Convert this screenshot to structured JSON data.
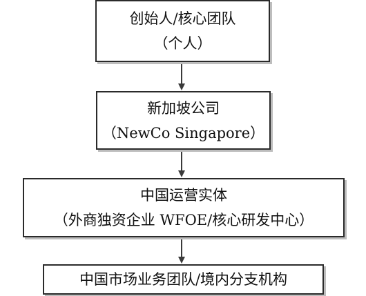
{
  "diagram": {
    "nodes": [
      {
        "id": "founders",
        "lines": [
          "创始人/核心团队",
          "（个人）"
        ]
      },
      {
        "id": "newco",
        "lines": [
          "新加坡公司",
          "（NewCo Singapore）"
        ]
      },
      {
        "id": "china-ops",
        "lines": [
          "中国运营实体",
          "（外商独资企业 WFOE/核心研发中心）"
        ]
      },
      {
        "id": "china-market",
        "lines": [
          "中国市场业务团队/境内分支机构"
        ]
      }
    ],
    "edges": [
      {
        "from": "founders",
        "to": "newco"
      },
      {
        "from": "newco",
        "to": "china-ops"
      },
      {
        "from": "china-ops",
        "to": "china-market"
      }
    ],
    "colors": {
      "border": "#2a2a2a",
      "arrow": "#3a3a3a",
      "shadow": "#bdbdbd"
    }
  }
}
